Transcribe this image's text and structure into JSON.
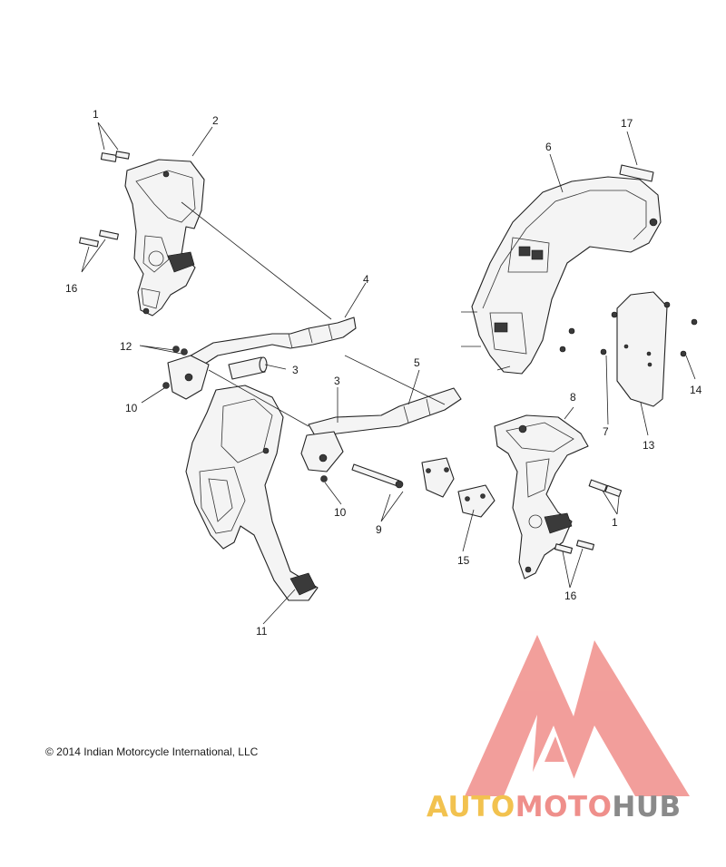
{
  "diagram": {
    "callouts": [
      "1",
      "2",
      "16",
      "4",
      "12",
      "3",
      "10",
      "11",
      "3",
      "5",
      "10",
      "9",
      "15",
      "8",
      "1",
      "16",
      "6",
      "17",
      "7",
      "13",
      "14"
    ],
    "copyright": "© 2014 Indian Motorcycle International, LLC"
  },
  "watermark": {
    "brand_parts": [
      "AUTO",
      "MOTO",
      "HUB"
    ],
    "colors": {
      "auto": "#f2c24f",
      "moto": "#ef8f8b",
      "hub": "#8a8a8a",
      "logo": "#f08e8a"
    }
  }
}
